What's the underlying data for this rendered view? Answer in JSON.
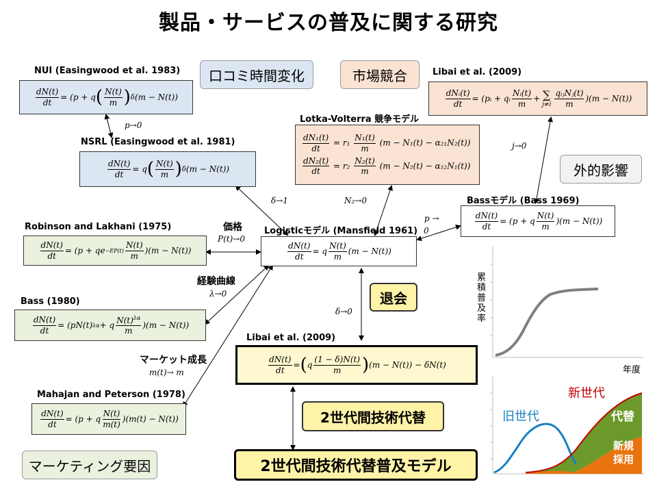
{
  "title": "製品・サービスの普及に関する研究",
  "tags": {
    "kuchikomi": "口コミ時間変化",
    "market_competition": "市場競合",
    "external": "外的影響",
    "marketing": "マーケティング要因"
  },
  "models": {
    "nui": {
      "label": "NUI (Easingwood et al. 1983)",
      "lhs_num": "dN(t)",
      "lhs_den": "dt",
      "eq_a": " = (p + q",
      "inner_num": "N(t)",
      "inner_den": "m",
      "exp": "δ",
      "eq_b": "(m − N(t))"
    },
    "nsrl": {
      "label": "NSRL (Easingwood et al. 1981)",
      "lhs_num": "dN(t)",
      "lhs_den": "dt",
      "eq_a": " = q",
      "inner_num": "N(t)",
      "inner_den": "m",
      "exp": "δ",
      "eq_b": "(m − N(t))"
    },
    "libai2009a": {
      "label": "Libai et al. (2009)",
      "lhs_num": "dNᵢ(t)",
      "lhs_den": "dt",
      "eq_a": " = (pᵢ + qᵢ",
      "f1_num": "Nᵢ(t)",
      "f1_den": "m",
      "sum_sym": "∑",
      "sum_sub": "j≠i",
      "f2_num": "qᵢⱼNⱼ(t)",
      "f2_den": "m",
      "eq_b": ")(m − N(t))"
    },
    "lotka": {
      "label": "Lotka-Volterra 競争モデル",
      "lhs1_num": "dN₁(t)",
      "lhs1_den": "dt",
      "eq1_a": " = r₁",
      "f1_num": "N₁(t)",
      "f1_den": "m",
      "eq1_b": "(m − N₁(t) − α₂₁N₂(t))",
      "lhs2_num": "dN₂(t)",
      "lhs2_den": "dt",
      "eq2_a": " = r₂",
      "f2_num": "N₂(t)",
      "f2_den": "m",
      "eq2_b": "(m − N₂(t) − α₁₂N₁(t))"
    },
    "bass1969": {
      "label": "Bassモデル (Bass 1969)",
      "lhs_num": "dN(t)",
      "lhs_den": "dt",
      "eq_a": " = (p + q",
      "inner_num": "N(t)",
      "inner_den": "m",
      "eq_b": ")(m − N(t))"
    },
    "robinson": {
      "label": "Robinson and Lakhani  (1975)",
      "lhs_num": "dN(t)",
      "lhs_den": "dt",
      "eq_a": " = (p + qe",
      "sup": "−EP(t)",
      "inner_num": "N(t)",
      "inner_den": "m",
      "eq_b": ")(m − N(t))"
    },
    "logistic": {
      "label": "Logisticモデル (Mansfield 1961)",
      "lhs_num": "dN(t)",
      "lhs_den": "dt",
      "eq_a": " = q",
      "inner_num": "N(t)",
      "inner_den": "m",
      "eq_b": "(m − N(t))"
    },
    "bass1980": {
      "label": "Bass (1980)",
      "lhs_num": "dN(t)",
      "lhs_den": "dt",
      "eq_a": " = (pN(t)",
      "sup1": "λα",
      "eq_mid": " + q",
      "inner_num": "N(t)",
      "inner_exp": "λα",
      "inner_den": "m",
      "eq_b": ")(m − N(t))"
    },
    "libai2009b": {
      "label": "Libai et al. (2009)",
      "lhs_num": "dN(t)",
      "lhs_den": "dt",
      "eq_a": " = ",
      "inner_a": "q",
      "inner_num": "(1 − δ)N(t)",
      "inner_den": "m",
      "eq_b": "(m − N(t)) − δN(t)"
    },
    "mahajan": {
      "label": "Mahajan and Peterson (1978)",
      "lhs_num": "dN(t)",
      "lhs_den": "dt",
      "eq_a": " = (p + q",
      "inner_num": "N(t)",
      "inner_den": "m(t)",
      "eq_b": ")(m(t) − N(t))"
    }
  },
  "notes": {
    "p_to_0_a": "p→0",
    "delta_to_1": "δ→1",
    "n2_to_0": "N₂→0",
    "j_to_0": "j→0",
    "p_to_0_b_1": "p →",
    "p_to_0_b_2": "0",
    "price": "価格",
    "price_cond": "P(t)→0",
    "experience": "経験曲線",
    "lambda_cond": "λ→0",
    "market_growth": "マーケット成長",
    "m_cond": "m(t)→ m",
    "delta_to_0": "δ→0",
    "taikai": "退会",
    "two_gen": "2世代間技術代替",
    "two_gen_model": "2世代間技術代替普及モデル"
  },
  "chart_cum": {
    "ylabel": "累積普及率",
    "xlabel": "年度"
  },
  "chart_gen": {
    "old": "旧世代",
    "new": "新世代",
    "replace": "代替",
    "new_adopt_1": "新規",
    "new_adopt_2": "採用"
  },
  "colors": {
    "blue_box": "#dbe6f2",
    "orange_box": "#fbe3d3",
    "green_box": "#ebf1df",
    "yellow_box": "#fff3a8",
    "old_gen": "#1a7fc4",
    "new_gen": "#c00000",
    "replace": "#6b9a2a",
    "new_adopt": "#e8730f"
  }
}
